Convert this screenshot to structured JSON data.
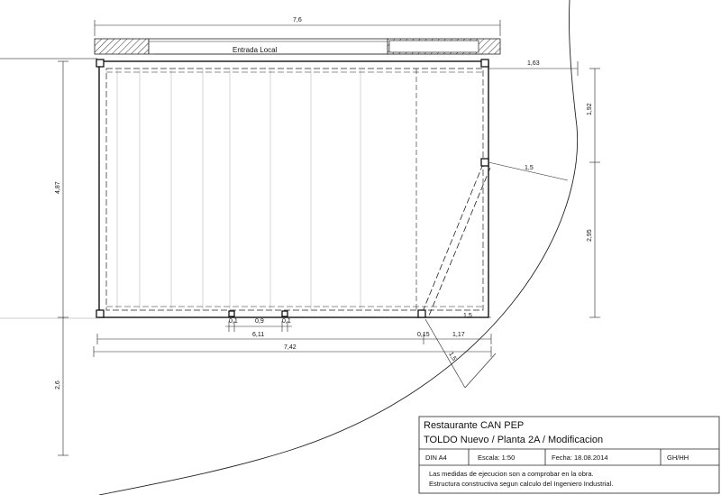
{
  "plan": {
    "entrance_label": "Entrada  Local",
    "dims": {
      "top_width": "7,6",
      "right_offset": "1,63",
      "right_upper": "1,92",
      "right_lower": "2,95",
      "diagonal": "1,5",
      "left_height": "4,87",
      "left_lower": "2,6",
      "post_gap": "0,9",
      "post_a": "0,1",
      "post_b": "0,1",
      "inner_width": "6,11",
      "total_width": "7,42",
      "right_small": "0,15",
      "right_segment": "1,17",
      "diag_lower": "1,5",
      "corner_offset": "1,5"
    }
  },
  "title_block": {
    "title": "Restaurante CAN PEP",
    "subtitle": "TOLDO Nuevo  /   Planta  2A / Modificacion",
    "format": "DIN A4",
    "scale": "Escala:  1:50",
    "date": "Fecha:  18.08.2014",
    "initials": "GH/HH",
    "note1": "Las medidas de ejecucion son a comprobar en la obra.",
    "note2": "Estructura constructiva segun calculo del Ingeniero Industrial."
  }
}
